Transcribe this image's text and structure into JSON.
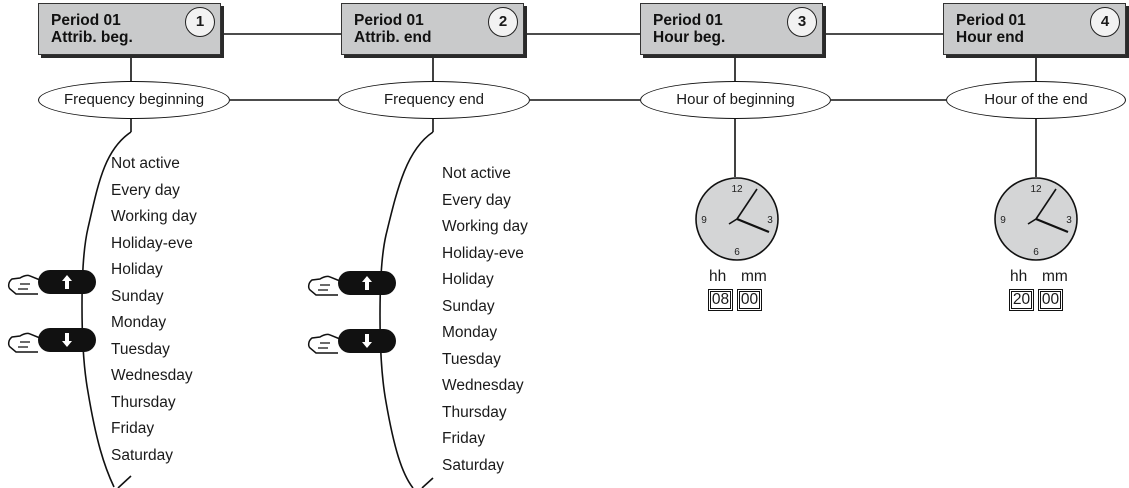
{
  "steps": [
    {
      "number": "1",
      "line1": "Period 01",
      "line2": "Attrib. beg.",
      "oval": "Frequency beginning"
    },
    {
      "number": "2",
      "line1": "Period 01",
      "line2": "Attrib. end",
      "oval": "Frequency end"
    },
    {
      "number": "3",
      "line1": "Period 01",
      "line2": "Hour beg.",
      "oval": "Hour of beginning"
    },
    {
      "number": "4",
      "line1": "Period 01",
      "line2": "Hour end",
      "oval": "Hour of the end"
    }
  ],
  "frequency_options": [
    "Not active",
    "Every day",
    "Working day",
    "Holiday-eve",
    "Holiday",
    "Sunday",
    "Monday",
    "Tuesday",
    "Wednesday",
    "Thursday",
    "Friday",
    "Saturday"
  ],
  "clocks": [
    {
      "face_numbers": [
        "12",
        "3",
        "6",
        "9"
      ],
      "hh_label": "hh",
      "mm_label": "mm",
      "hh": "08",
      "mm": "00"
    },
    {
      "face_numbers": [
        "12",
        "3",
        "6",
        "9"
      ],
      "hh_label": "hh",
      "mm_label": "mm",
      "hh": "20",
      "mm": "00"
    }
  ],
  "buttons": {
    "up_icon": "hand-pointing-up-arrow-icon",
    "down_icon": "hand-pointing-down-arrow-icon"
  },
  "colors": {
    "box_fill": "#c9cacb",
    "clock_face": "#d4d5d6",
    "line": "#111111"
  }
}
